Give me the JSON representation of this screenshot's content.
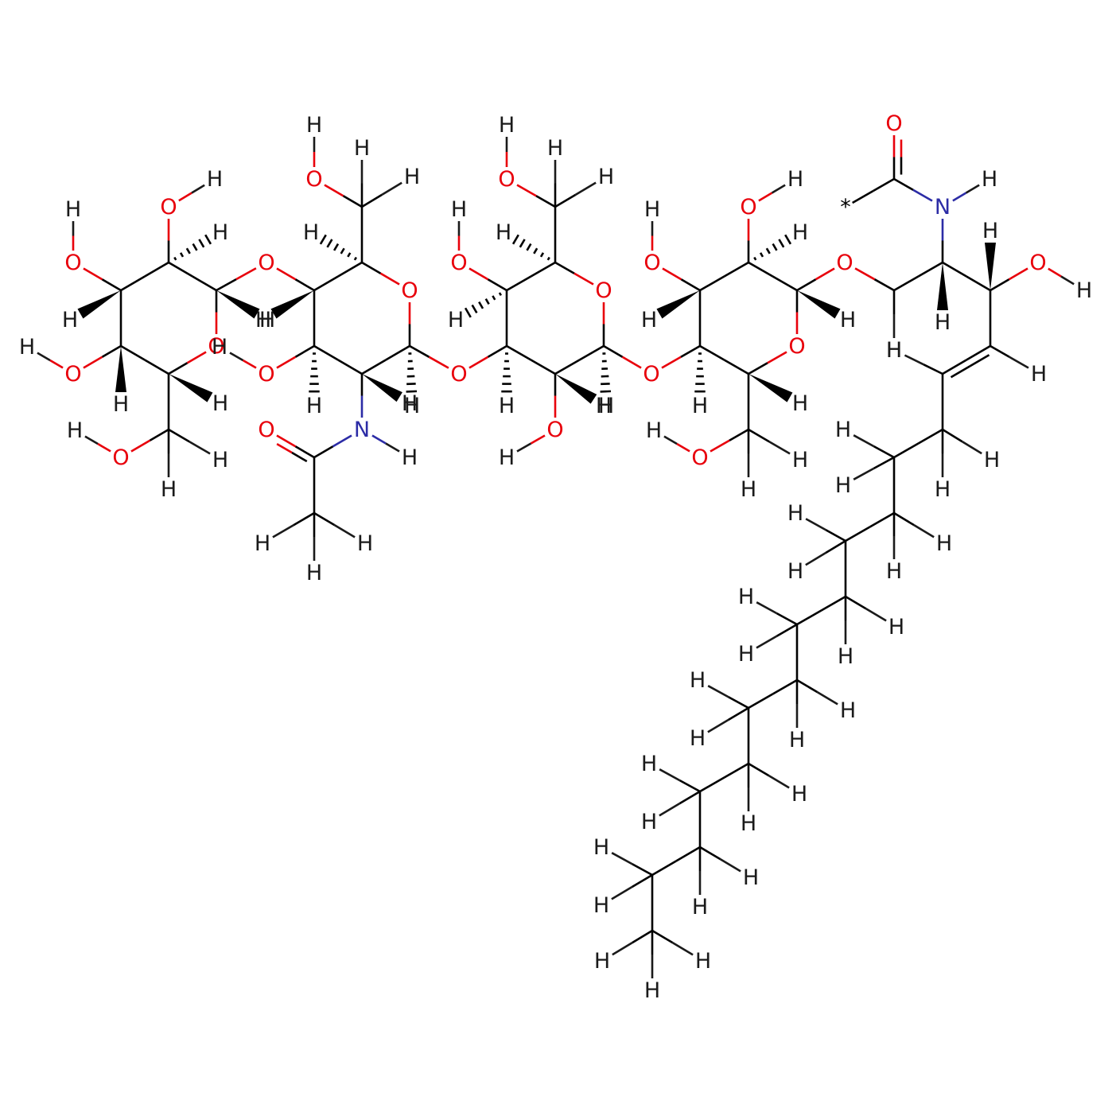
{
  "colors": {
    "C": "#000000",
    "H": "#1a1a1a",
    "O": "#e8000b",
    "N": "#2c2ca6"
  },
  "atom_labels": {
    "O": "O",
    "N": "N",
    "H": "H",
    "attachment": "*"
  }
}
